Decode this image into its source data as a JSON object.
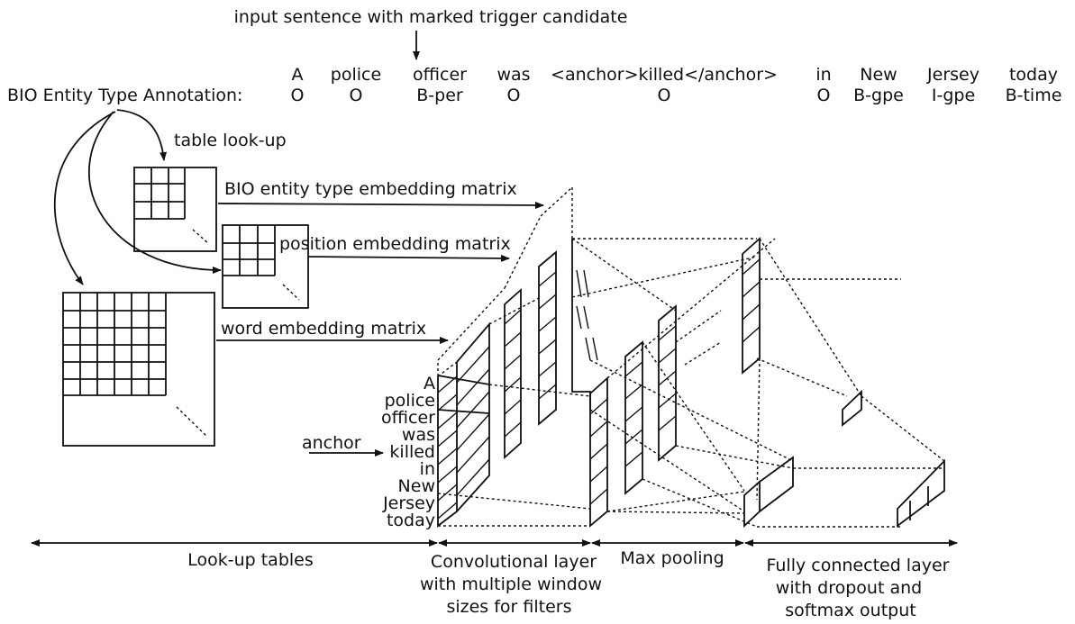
{
  "header": {
    "input_caption": "input sentence with marked trigger candidate",
    "annotation_label": "BIO Entity Type Annotation:"
  },
  "sentence": {
    "tokens": [
      "A",
      "police",
      "officer",
      "was",
      "<anchor>killed</anchor>",
      "in",
      "New",
      "Jersey",
      "today"
    ],
    "tags": [
      "O",
      "O",
      "B-per",
      "O",
      "O",
      "O",
      "B-gpe",
      "I-gpe",
      "B-time"
    ]
  },
  "tables": {
    "lookup_caption": "table look-up",
    "bio_matrix": "BIO entity type embedding matrix",
    "position_matrix": "position embedding matrix",
    "word_matrix": "word embedding matrix"
  },
  "input_column": {
    "words": [
      "A",
      "police",
      "officer",
      "was",
      "killed",
      "in",
      "New",
      "Jersey",
      "today"
    ],
    "anchor_label": "anchor"
  },
  "stages": {
    "lookup": "Look-up tables",
    "conv": [
      "Convolutional layer",
      "with multiple window",
      "sizes for filters"
    ],
    "pool": "Max pooling",
    "fc": [
      "Fully connected layer",
      "with dropout and",
      "softmax output"
    ]
  }
}
